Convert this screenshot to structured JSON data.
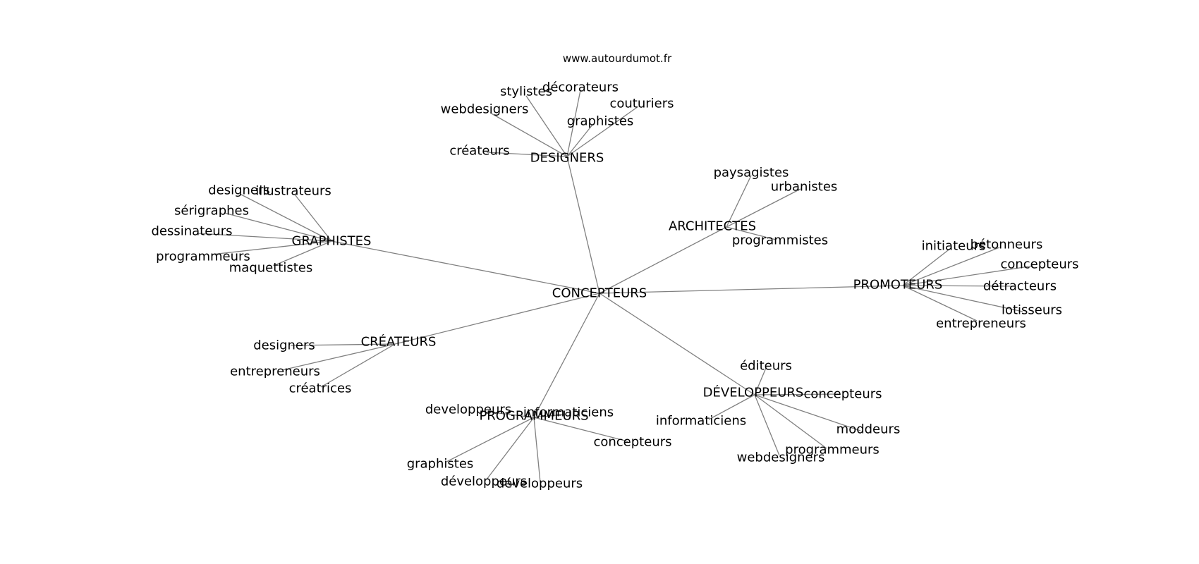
{
  "watermark": "www.autourdumot.fr",
  "graph": {
    "center": "CONCEPTEURS",
    "clusters": [
      {
        "id": "designers",
        "label": "DESIGNERS",
        "leaves": [
          {
            "id": "designers-stylistes",
            "label": "stylistes"
          },
          {
            "id": "designers-decorateurs",
            "label": "décorateurs"
          },
          {
            "id": "designers-webdesigners",
            "label": "webdesigners"
          },
          {
            "id": "designers-couturiers",
            "label": "couturiers"
          },
          {
            "id": "designers-graphistes",
            "label": "graphistes"
          },
          {
            "id": "designers-createurs",
            "label": "créateurs"
          }
        ]
      },
      {
        "id": "graphistes",
        "label": "GRAPHISTES",
        "leaves": [
          {
            "id": "graphistes-designers",
            "label": "designers"
          },
          {
            "id": "graphistes-illustrateurs",
            "label": "illustrateurs"
          },
          {
            "id": "graphistes-serigraphes",
            "label": "sérigraphes"
          },
          {
            "id": "graphistes-dessinateurs",
            "label": "dessinateurs"
          },
          {
            "id": "graphistes-programmeurs",
            "label": "programmeurs"
          },
          {
            "id": "graphistes-maquettistes",
            "label": "maquettistes"
          }
        ]
      },
      {
        "id": "architectes",
        "label": "ARCHITECTES",
        "leaves": [
          {
            "id": "architectes-paysagistes",
            "label": "paysagistes"
          },
          {
            "id": "architectes-urbanistes",
            "label": "urbanistes"
          },
          {
            "id": "architectes-programmistes",
            "label": "programmistes"
          }
        ]
      },
      {
        "id": "promoteurs",
        "label": "PROMOTEURS",
        "leaves": [
          {
            "id": "promoteurs-initiateurs",
            "label": "initiateurs"
          },
          {
            "id": "promoteurs-betonneurs",
            "label": "bétonneurs"
          },
          {
            "id": "promoteurs-concepteurs",
            "label": "concepteurs"
          },
          {
            "id": "promoteurs-detracteurs",
            "label": "détracteurs"
          },
          {
            "id": "promoteurs-lotisseurs",
            "label": "lotisseurs"
          },
          {
            "id": "promoteurs-entrepreneurs",
            "label": "entrepreneurs"
          }
        ]
      },
      {
        "id": "createurs",
        "label": "CRÉATEURS",
        "leaves": [
          {
            "id": "createurs-designers",
            "label": "designers"
          },
          {
            "id": "createurs-entrepreneurs",
            "label": "entrepreneurs"
          },
          {
            "id": "createurs-creatrices",
            "label": "créatrices"
          }
        ]
      },
      {
        "id": "developpeurs",
        "label": "DÉVELOPPEURS",
        "leaves": [
          {
            "id": "developpeurs-editeurs",
            "label": "éditeurs"
          },
          {
            "id": "developpeurs-concepteurs",
            "label": "concepteurs"
          },
          {
            "id": "developpeurs-informaticiens",
            "label": "informaticiens"
          },
          {
            "id": "developpeurs-moddeurs",
            "label": "moddeurs"
          },
          {
            "id": "developpeurs-programmeurs",
            "label": "programmeurs"
          },
          {
            "id": "developpeurs-webdesigners",
            "label": "webdesigners"
          }
        ]
      },
      {
        "id": "programmeurs",
        "label": "PROGRAMMEURS",
        "leaves": [
          {
            "id": "programmeurs-developpeurs-1",
            "label": "developpeurs"
          },
          {
            "id": "programmeurs-informaticiens",
            "label": "informaticiens"
          },
          {
            "id": "programmeurs-concepteurs",
            "label": "concepteurs"
          },
          {
            "id": "programmeurs-graphistes",
            "label": "graphistes"
          },
          {
            "id": "programmeurs-developpeurs-2",
            "label": "développeurs"
          },
          {
            "id": "programmeurs-developpeurs-3",
            "label": "développeurs"
          }
        ]
      }
    ]
  }
}
